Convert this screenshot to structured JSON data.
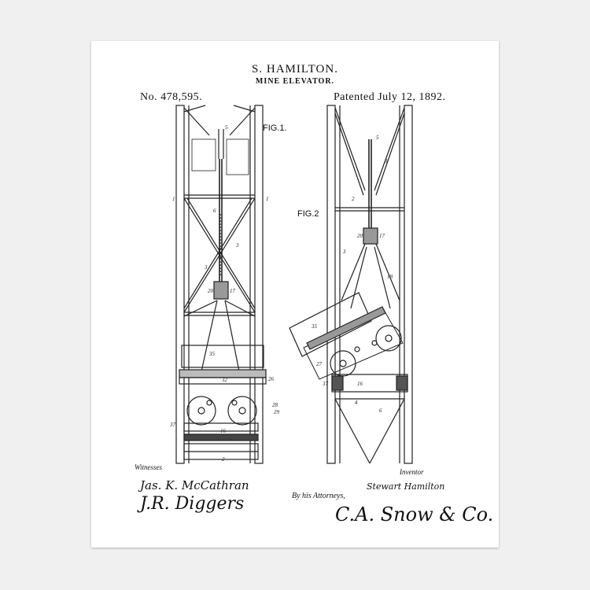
{
  "patent": {
    "inventor_header": "S. HAMILTON.",
    "title": "MINE ELEVATOR.",
    "number": "No. 478,595.",
    "date": "Patented July 12, 1892.",
    "fig1": "FIG.1.",
    "fig2": "FIG.2"
  },
  "signatures": {
    "witnesses_label": "Witnesses",
    "witness_1": "Jas. K. McCathran",
    "witness_2": "J.R. Diggers",
    "inventor_label": "Inventor",
    "inventor_signature": "Stewart Hamilton",
    "by_attorneys": "By his Attorneys,",
    "attorney_signature": "C.A. Snow & Co."
  }
}
